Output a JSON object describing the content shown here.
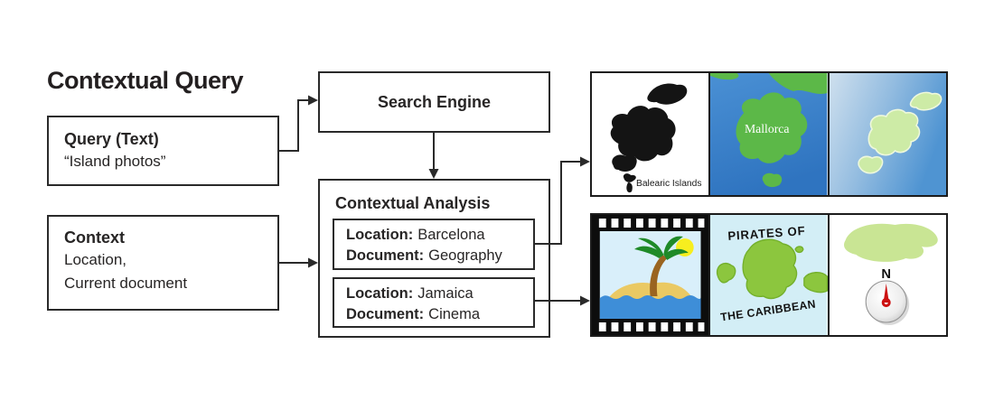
{
  "title": "Contextual Query",
  "flow": {
    "query": {
      "heading": "Query (Text)",
      "text": "“Island photos”"
    },
    "context": {
      "heading": "Context",
      "lines": [
        "Location,",
        "Current document"
      ]
    },
    "search_engine": {
      "label": "Search Engine"
    },
    "contextual_analysis": {
      "heading": "Contextual Analysis",
      "results": [
        {
          "location_label": "Location:",
          "location": "Barcelona",
          "document_label": "Document:",
          "document": "Geography"
        },
        {
          "location_label": "Location:",
          "location": "Jamaica",
          "document_label": "Document:",
          "document": "Cinema"
        }
      ]
    }
  },
  "result_images": {
    "geography_row": {
      "balearic_silhouette": {
        "caption": "Balearic Islands"
      },
      "mallorca_map": {
        "island_label": "Mallorca"
      },
      "islands_overview": {}
    },
    "cinema_row": {
      "film_strip": {},
      "pirates_poster": {
        "title_line1": "PIRATES OF",
        "title_line2": "THE CARIBBEAN"
      },
      "compass_map": {
        "north_label": "N"
      }
    }
  },
  "colors": {
    "ink": "#272525",
    "sea_blue": "#3c86cd",
    "map_green": "#5cb848",
    "pale_island_green": "#cdeba6",
    "poster_bg": "#d3eef6",
    "poster_green": "#8cc63e",
    "sky_blue": "#d9effa",
    "sun_yellow": "#f7ee1f",
    "sand_yellow": "#eac963",
    "water_blue": "#3e8ed8",
    "palm_green": "#1f8a28",
    "trunk_brown": "#9a6420",
    "compass_red": "#cc1111",
    "jamaica_green": "#c9e594"
  }
}
